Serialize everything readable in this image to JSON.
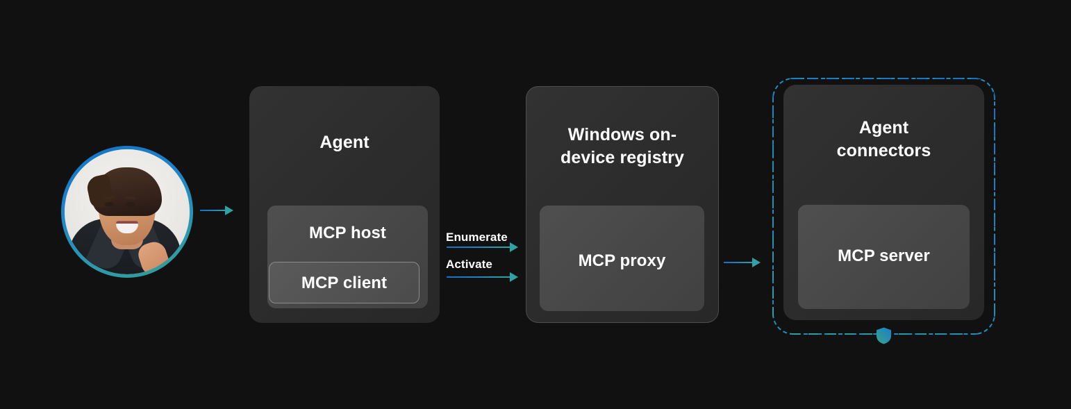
{
  "diagram": {
    "title": "MCP on Windows architecture flow",
    "background_color": "#111111",
    "accent_start": "#1273c4",
    "accent_end": "#2fa3a4"
  },
  "user": {
    "avatar_alt": "Smiling person portrait",
    "ring_color_start": "#1273c4",
    "ring_color_end": "#32a08f"
  },
  "arrows": {
    "user_to_agent": {
      "label": ""
    },
    "enumerate": {
      "label": "Enumerate"
    },
    "activate": {
      "label": "Activate"
    },
    "registry_to_connectors": {
      "label": ""
    }
  },
  "nodes": {
    "agent": {
      "title": "Agent",
      "host": {
        "label": "MCP host",
        "client": {
          "label": "MCP client"
        }
      }
    },
    "registry": {
      "title": "Windows on-device registry",
      "proxy": {
        "label": "MCP proxy"
      }
    },
    "connectors": {
      "title": "Agent connectors",
      "server": {
        "label": "MCP server"
      },
      "boundary": {
        "style": "dashed",
        "badge": "shield-icon"
      }
    }
  }
}
